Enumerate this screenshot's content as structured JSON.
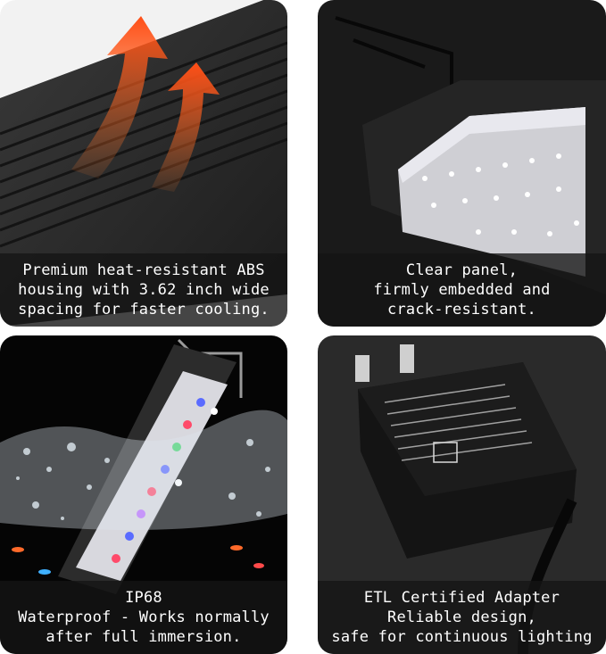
{
  "panels": [
    {
      "caption": [
        "Premium heat-resistant ABS",
        "housing with 3.62 inch wide",
        "spacing for faster cooling."
      ]
    },
    {
      "caption": [
        "Clear panel,",
        "firmly embedded and",
        "crack-resistant."
      ]
    },
    {
      "caption": [
        "IP68",
        "Waterproof - Works normally",
        "after full immersion."
      ]
    },
    {
      "caption": [
        "ETL Certified Adapter",
        "Reliable design,",
        "safe for continuous lighting"
      ]
    }
  ],
  "colors": {
    "arrow": "#ff5a1f",
    "housing": "#2b2b2b",
    "caption_bg": "#161616",
    "bubble": "#dfe9f0"
  }
}
